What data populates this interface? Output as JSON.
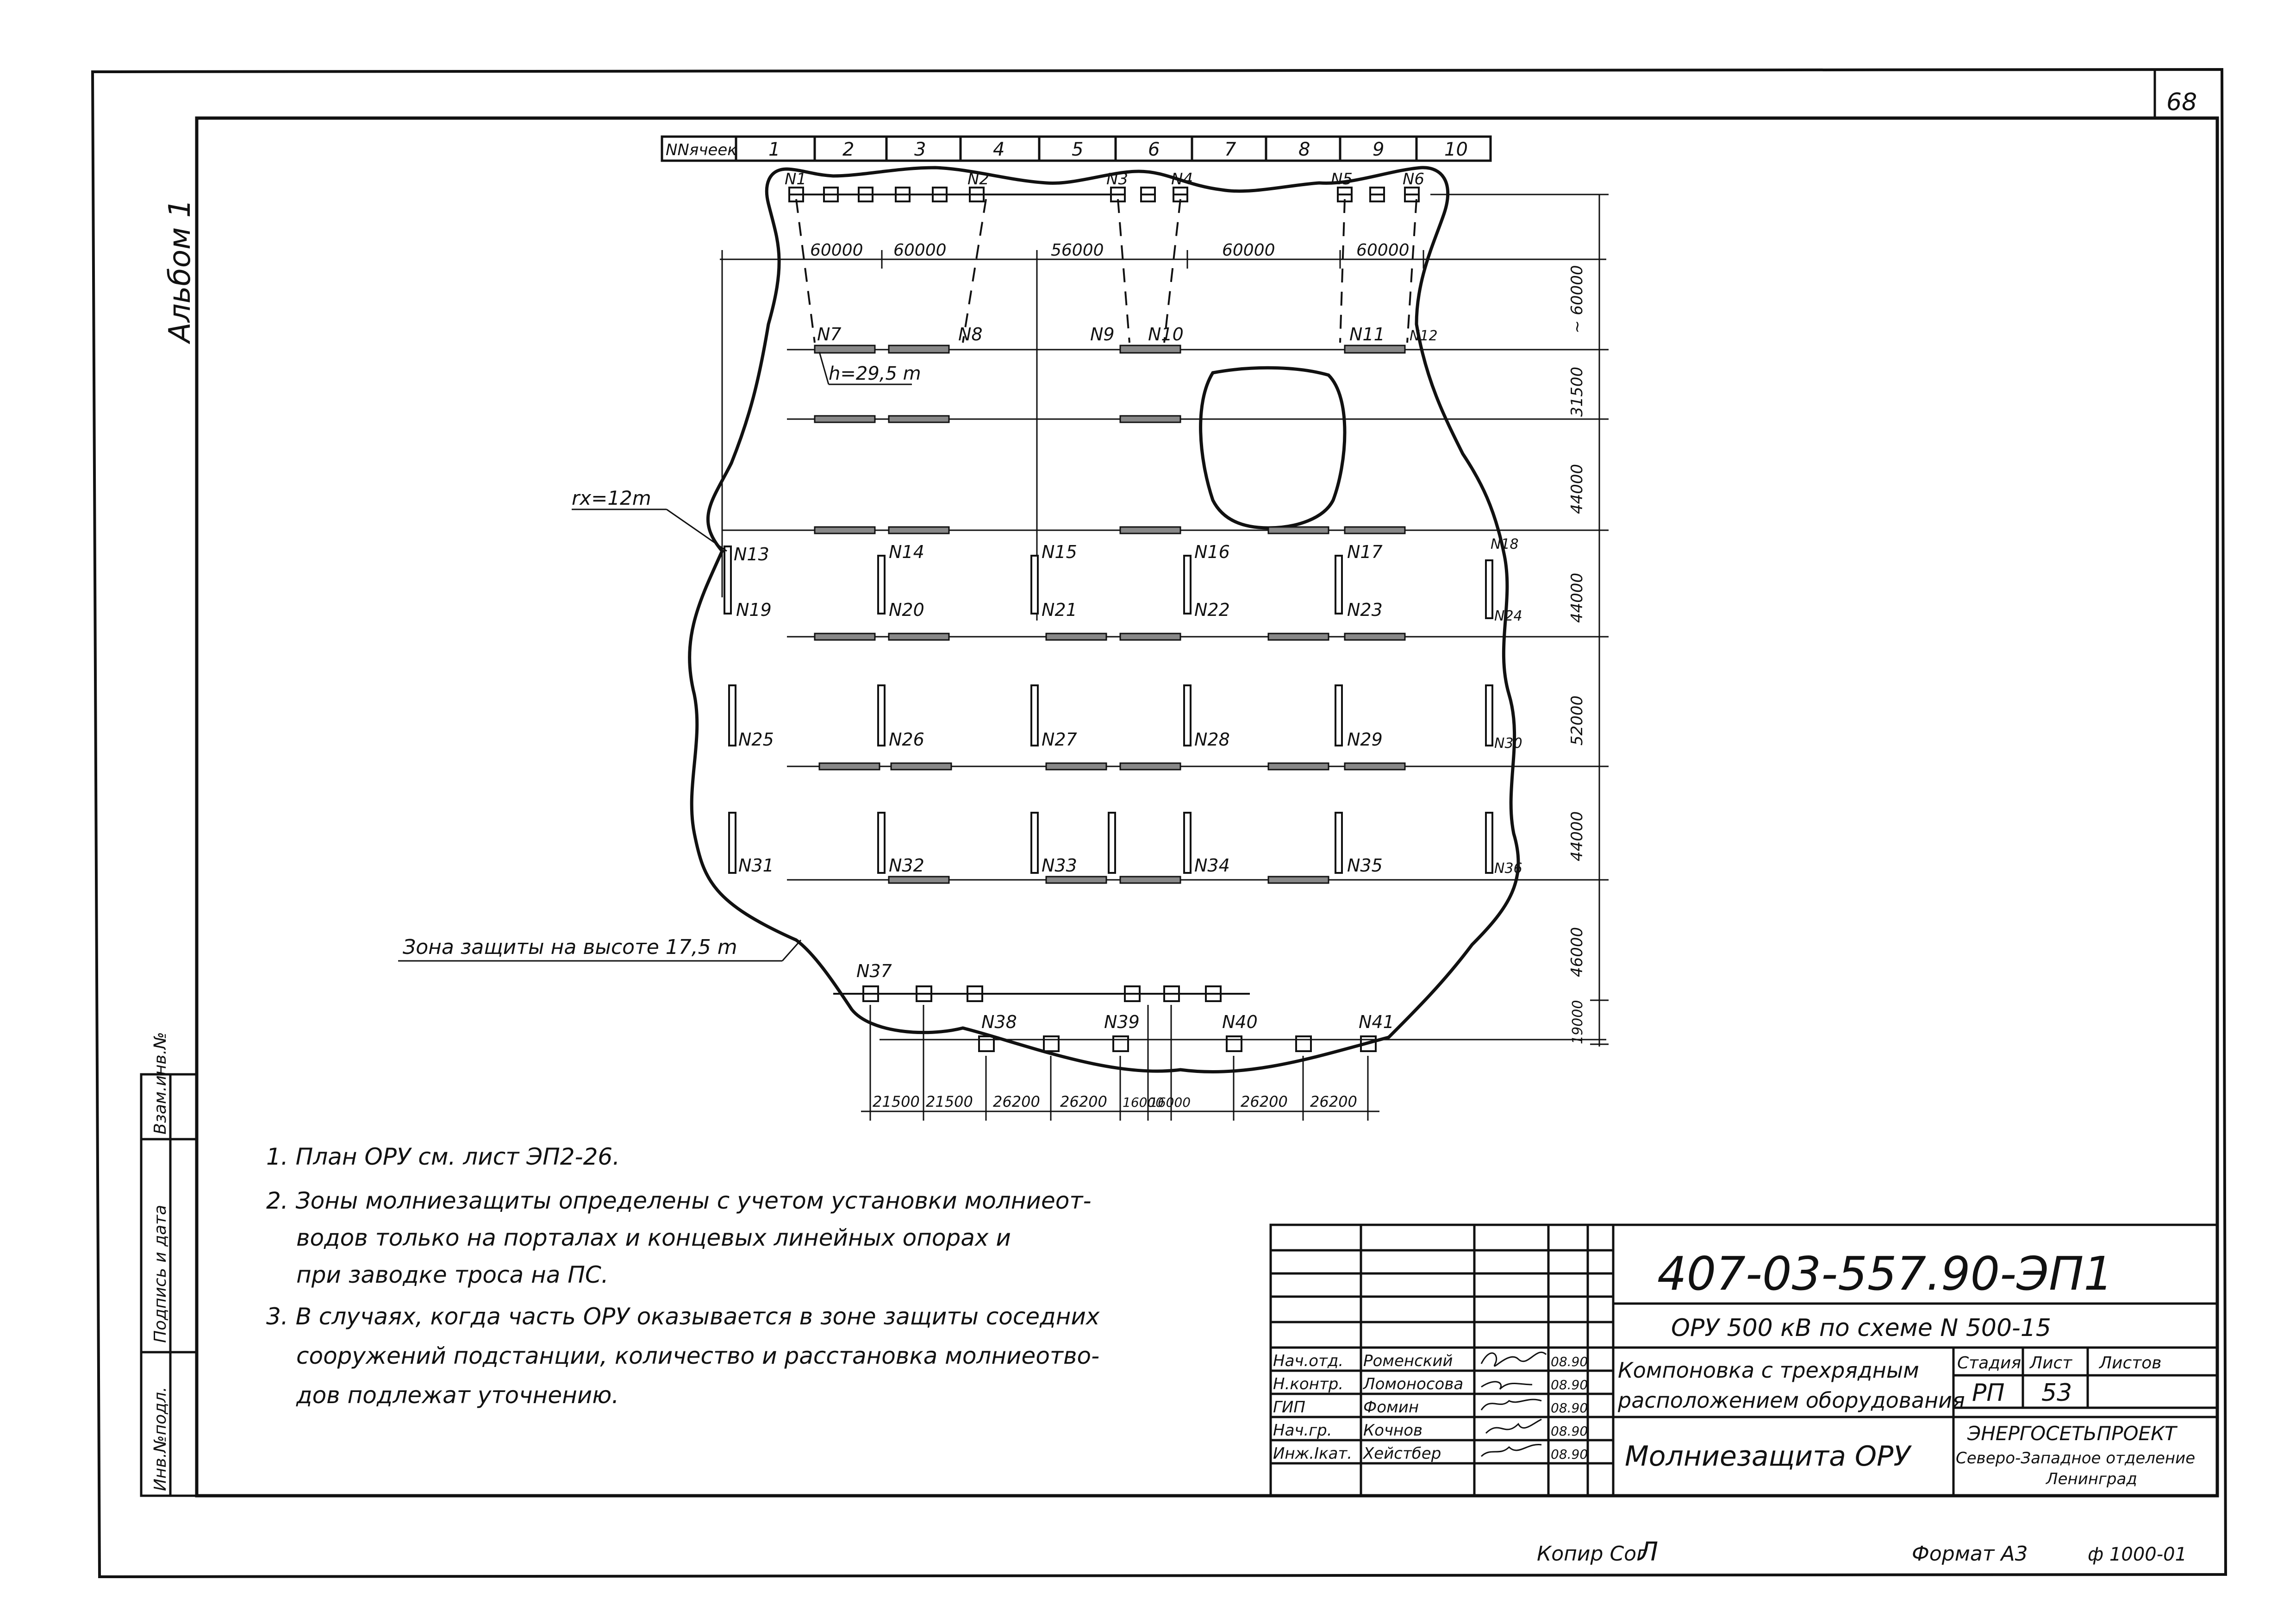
{
  "sheet": {
    "page_number": "68",
    "album": "Альбом 1",
    "copied": "Копир Сог",
    "copied_sig": "Л",
    "format": "Формат А3",
    "fon": "ф 1000-01"
  },
  "cells_row": {
    "header": "NNячеек",
    "cells": [
      "1",
      "2",
      "3",
      "4",
      "5",
      "6",
      "7",
      "8",
      "9",
      "10"
    ]
  },
  "plan": {
    "masts_top": [
      "N1",
      "N2",
      "N3",
      "N4",
      "N5",
      "N6"
    ],
    "masts_portal_top": [
      "N7",
      "N8",
      "N9",
      "N10",
      "N11",
      "N12"
    ],
    "masts_mid_a": [
      "N13",
      "N14",
      "N15",
      "N16",
      "N17",
      "N18"
    ],
    "masts_mid_b": [
      "N19",
      "N20",
      "N21",
      "N22",
      "N23",
      "N24"
    ],
    "masts_row_c": [
      "N25",
      "N26",
      "N27",
      "N28",
      "N29",
      "N30"
    ],
    "masts_row_d": [
      "N31",
      "N32",
      "N33",
      "N34",
      "N35",
      "N36"
    ],
    "masts_bottom": [
      "N37",
      "N38",
      "N39",
      "N40",
      "N41"
    ],
    "top_dims": [
      "60000",
      "60000",
      "56000",
      "60000",
      "60000"
    ],
    "right_dims": [
      "~ 60000",
      "31500",
      "44000",
      "44000",
      "52000",
      "44000",
      "46000",
      "19000"
    ],
    "bottom_dims": [
      "21500",
      "21500",
      "26200",
      "26200",
      "16000",
      "16000",
      "26200",
      "26200"
    ],
    "height_label": "h=29,5 m",
    "radius_label": "rx=12m",
    "zone_label": "Зона защиты на высоте 17,5 m"
  },
  "notes": [
    "1. План ОРУ см. лист ЭП2-26.",
    "2. Зоны молниезащиты определены с учетом установки молниеот-",
    "водов только на порталах и концевых линейных опорах и",
    "при заводке троса на ПС.",
    "3. В случаях, когда часть ОРУ оказывается в зоне защиты соседних",
    "сооружений подстанции, количество и расстановка молниеотво-",
    "дов подлежат уточнению."
  ],
  "stamp_side": [
    "Инв.№подл.",
    "Подпись и дата",
    "Взам.инв.№"
  ],
  "title_block": {
    "code": "407-03-557.90-ЭП1",
    "project": "ОРУ 500 кВ по схеме N 500-15",
    "drawing_title_1": "Компоновка с трехрядным",
    "drawing_title_2": "расположением оборудования",
    "sheet_title": "Молниезащита ОРУ",
    "stage_hdr": "Стадия",
    "sheet_hdr": "Лист",
    "sheets_hdr": "Листов",
    "stage": "РП",
    "sheet_no": "53",
    "org_1": "ЭНЕРГОСЕТЬПРОЕКТ",
    "org_2": "Северо-Западное отделение",
    "org_3": "Ленинград",
    "staff": [
      {
        "role": "Нач.отд.",
        "name": "Роменский",
        "date": "08.90"
      },
      {
        "role": "Н.контр.",
        "name": "Ломоносова",
        "date": "08.90"
      },
      {
        "role": "ГИП",
        "name": "Фомин",
        "date": "08.90"
      },
      {
        "role": "Нач.гр.",
        "name": "Кочнов",
        "date": "08.90"
      },
      {
        "role": "Инж.Iкат.",
        "name": "Хейстбер",
        "date": "08.90"
      }
    ]
  }
}
